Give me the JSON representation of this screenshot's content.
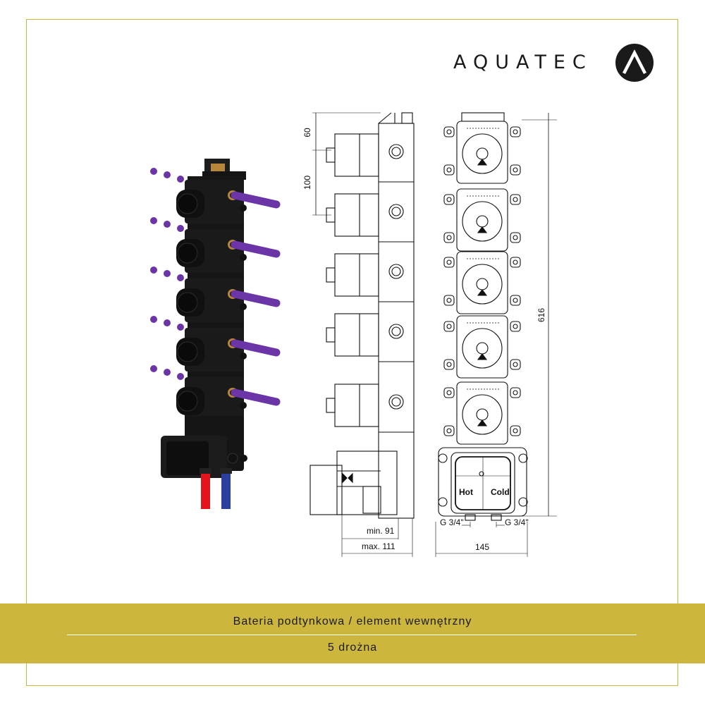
{
  "brand": {
    "name": "AQUATEC"
  },
  "drawing": {
    "dim_60": "60",
    "dim_100": "100",
    "dim_616": "616",
    "dim_min": "min. 91",
    "dim_max": "max. 111",
    "dim_145": "145",
    "label_g_left": "G 3/4\"",
    "label_g_right": "G 3/4\"",
    "label_hot": "Hot",
    "label_cold": "Cold"
  },
  "footer": {
    "title": "Bateria podtynkowa / element wewnętrzny",
    "subtitle": "5 drożna"
  },
  "colors": {
    "accent": "#cdb63e",
    "purple_arrows": "#6b35a8",
    "hot_pipe": "#e3141c",
    "cold_pipe": "#2b3f9e"
  }
}
